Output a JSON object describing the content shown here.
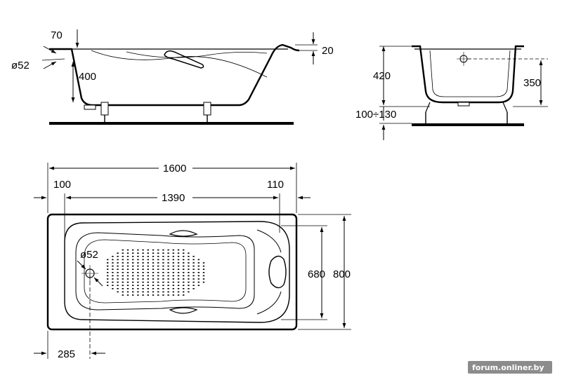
{
  "side_view": {
    "dim_70": "70",
    "dim_52": "ø52",
    "dim_400": "400",
    "dim_20": "20"
  },
  "end_view": {
    "dim_420": "420",
    "dim_350": "350",
    "dim_legs": "100÷130"
  },
  "top_view": {
    "dim_1600": "1600",
    "dim_100": "100",
    "dim_1390": "1390",
    "dim_110": "110",
    "dim_52": "ø52",
    "dim_680": "680",
    "dim_800": "800",
    "dim_285": "285"
  },
  "watermark": "forum.onliner.by",
  "colors": {
    "line": "#000000",
    "background": "#ffffff",
    "watermark_bg": "#8c8c8c"
  }
}
